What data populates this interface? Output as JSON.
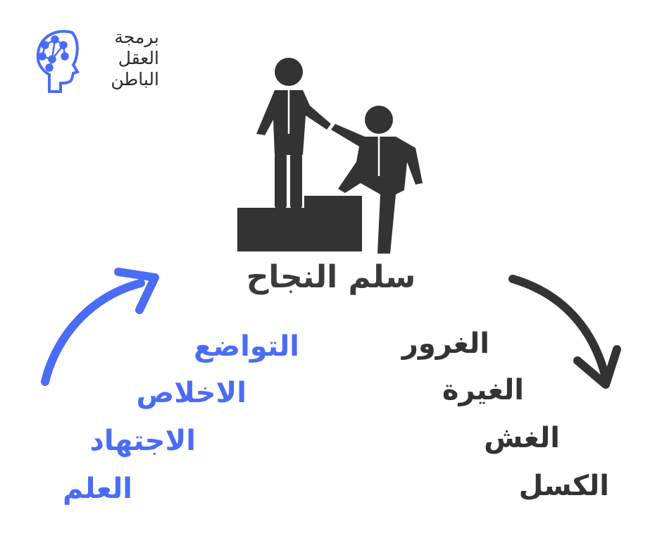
{
  "logo": {
    "lines": [
      "برمجة",
      "العقل",
      "الباطن"
    ],
    "accent_color": "#4a6cf7",
    "icon": "brain-network-head-icon"
  },
  "title": "سلم النجاح",
  "illustration": "businessman-helping-climb-stairs-icon",
  "positive": {
    "color": "#4a6cf7",
    "items": [
      "التواضع",
      "الاخلاص",
      "الاجتهاد",
      "العلم"
    ]
  },
  "negative": {
    "color": "#333333",
    "items": [
      "الغرور",
      "الغيرة",
      "الغش",
      "الكسل"
    ]
  }
}
